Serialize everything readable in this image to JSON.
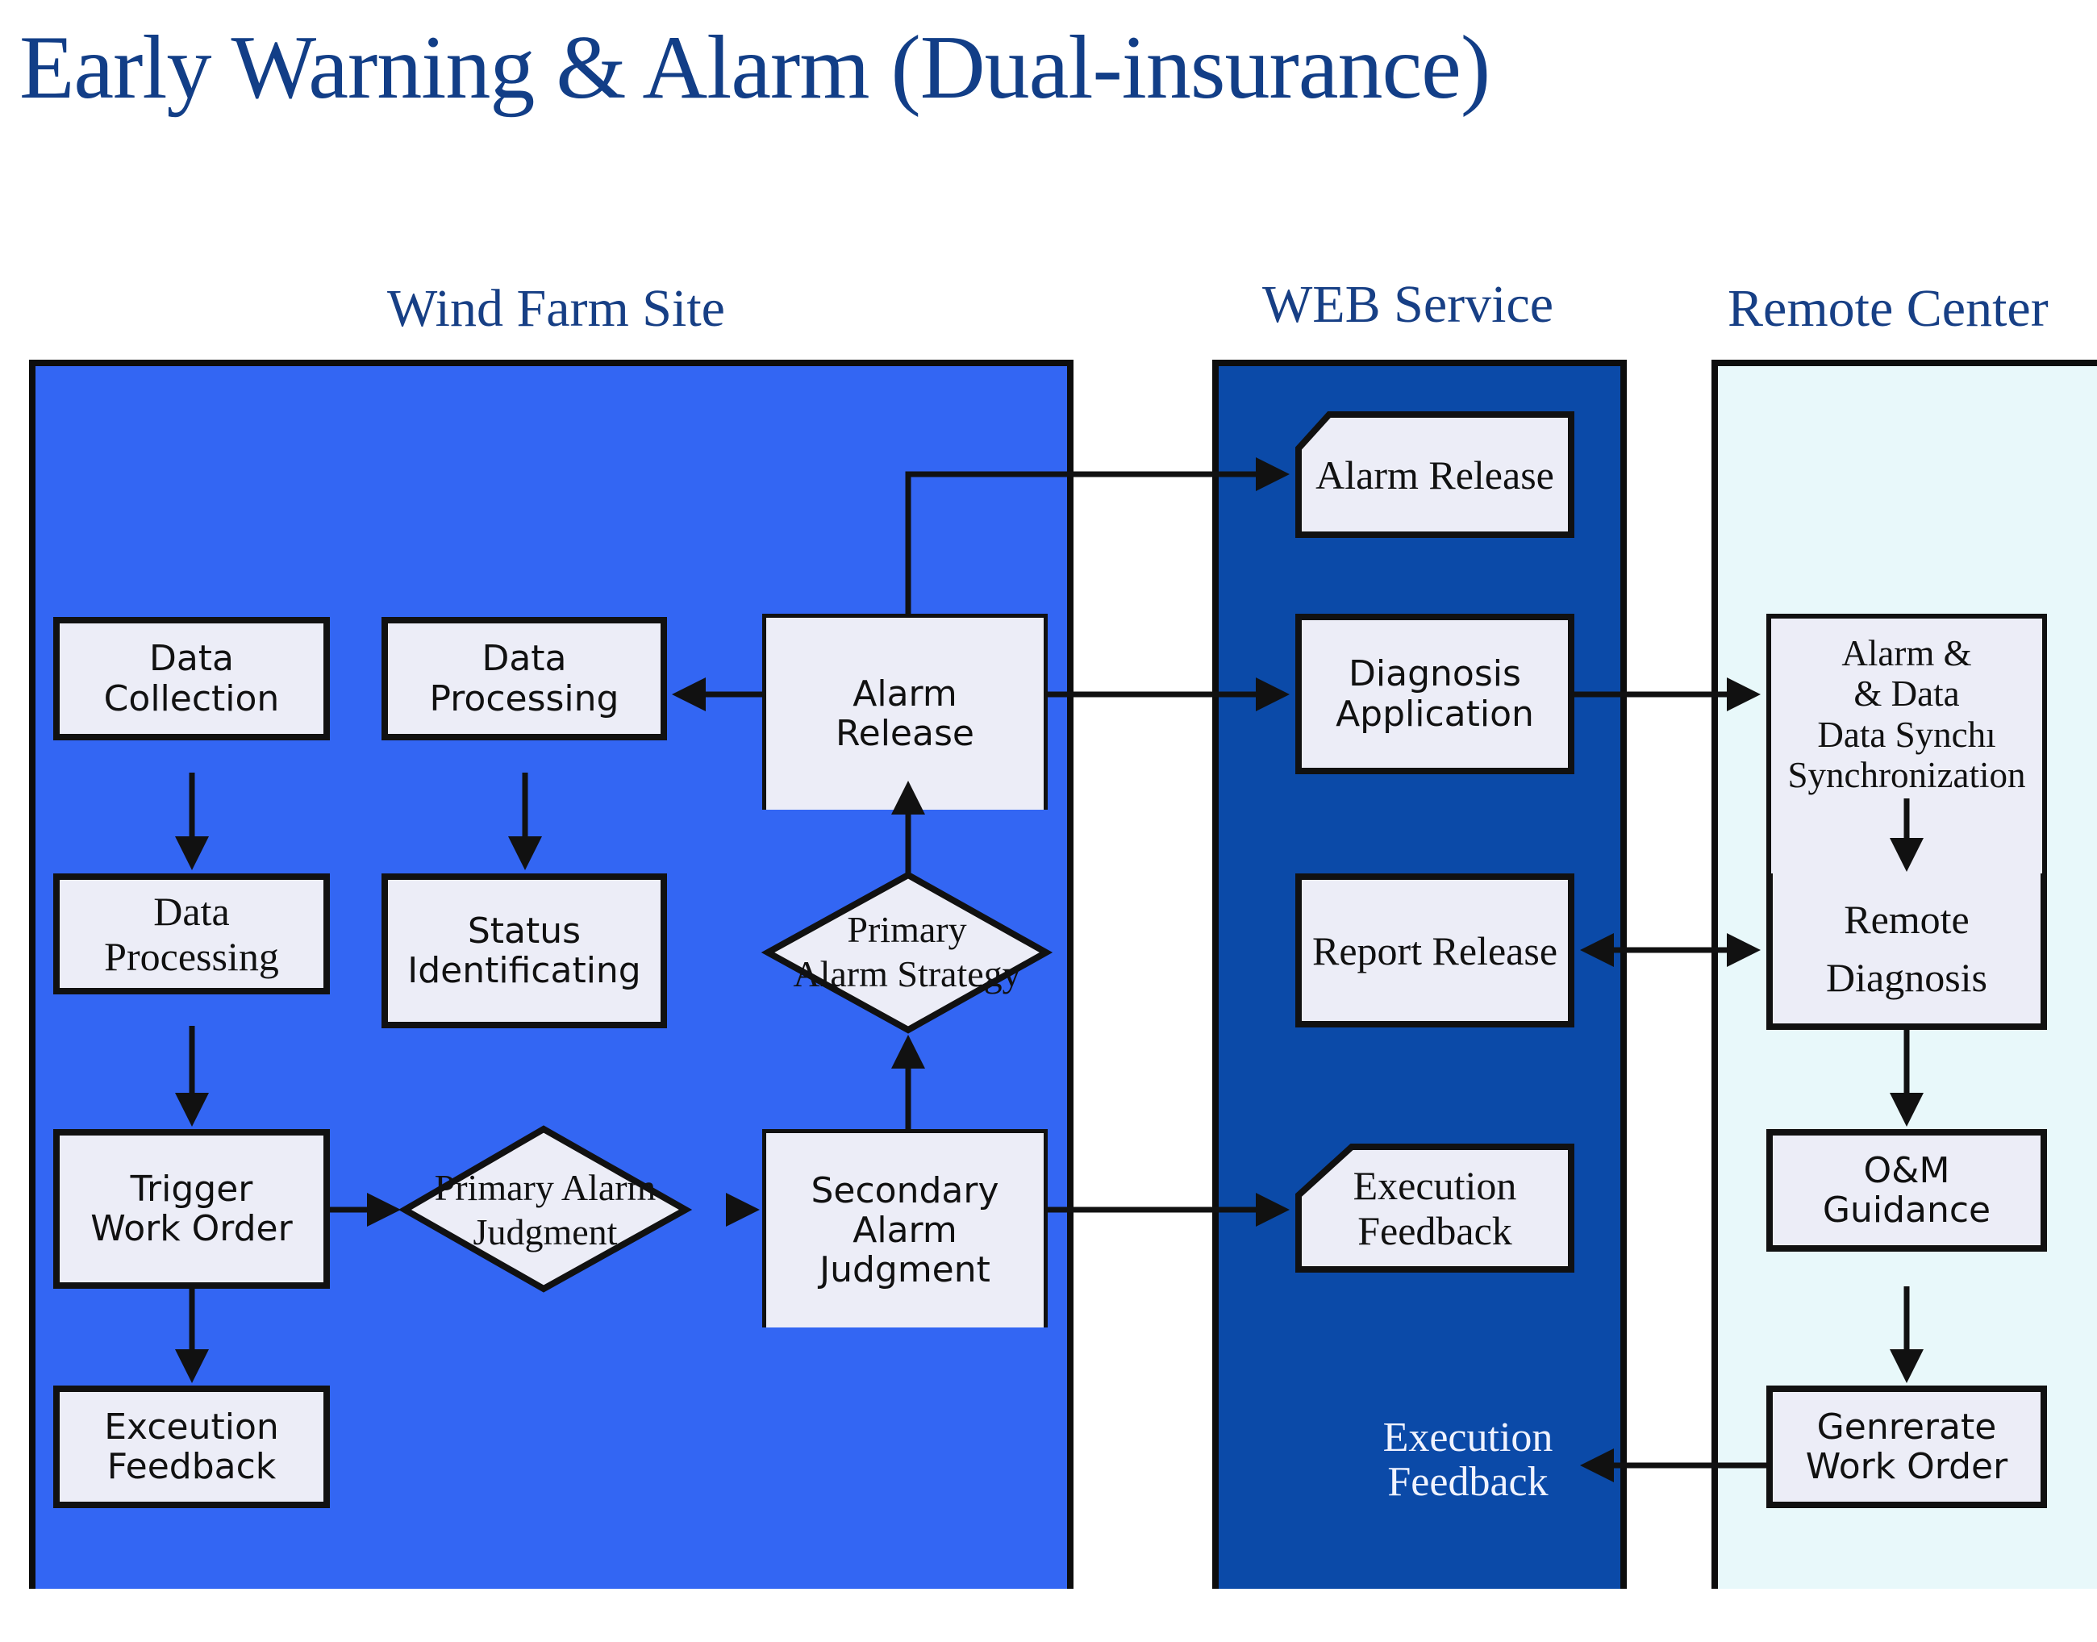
{
  "title": "Early Warning & Alarm (Dual-insurance)",
  "lanes": {
    "wind_farm": "Wind Farm Site",
    "web_service": "WEB Service",
    "remote_center": "Remote Center"
  },
  "wind_farm": {
    "data_collection": "Data\nCollection",
    "data_processing_left": "Data\nProcessing",
    "trigger_work_order": "Trigger\nWork Order",
    "exceution_feedback": "Exceution\nFeedback",
    "data_processing_mid": "Data\nProcessing",
    "status_identificating": "Status\nIdentificating",
    "primary_alarm_judgment": "Primary Alarm\nJudgment",
    "alarm_release": "Alarm\nRelease",
    "primary_alarm_strategy": "Primary\nAlarm Strategy",
    "secondary_alarm_judgment": "Secondary\nAlarm\nJudgment"
  },
  "web_service": {
    "alarm_release": "Alarm Release",
    "diagnosis_application": "Diagnosis\nApplication",
    "report_release": "Report Release",
    "execution_feedback_box": "Execution\nFeedback",
    "execution_feedback_label": "Execution\nFeedback"
  },
  "remote_center": {
    "alarm_data_sync": "Alarm &\n& Data\nData Synchı\nSynchronization",
    "remote_diagnosis": "Remote\nDiagnosis",
    "om_guidance": "O&M\nGuidance",
    "generate_work_order": "Genrerate\nWork Order"
  },
  "colors": {
    "wind_farm_lane": "#3366f3",
    "web_service_lane": "#0b4aa8",
    "remote_center_lane": "#e8f8fa",
    "box_fill": "#ecedf7",
    "title": "#123e87"
  }
}
